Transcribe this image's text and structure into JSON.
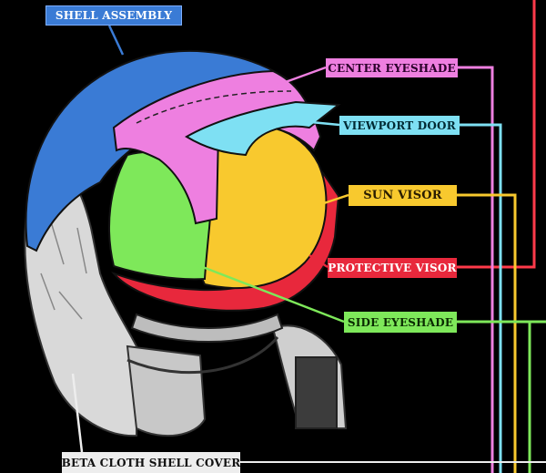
{
  "labels": {
    "shell_assembly": "SHELL ASSEMBLY",
    "center_eyeshade": "CENTER EYESHADE",
    "viewport_door": "VIEWPORT DOOR",
    "sun_visor": "SUN VISOR",
    "protective_visor": "PROTECTIVE VISOR",
    "side_eyeshade": "SIDE EYESHADE",
    "beta_cloth_shell_cover": "BETA CLOTH SHELL COVER"
  },
  "colors": {
    "background": "#000000",
    "shell_assembly": "#3a7bd5",
    "center_eyeshade": "#ee7fe0",
    "viewport_door": "#7ee0f3",
    "sun_visor": "#f8c92e",
    "protective_visor": "#e8283c",
    "side_eyeshade": "#7ee85a",
    "beta_cloth": "#d9d9d9",
    "leader_red": "#ff3a4a"
  }
}
